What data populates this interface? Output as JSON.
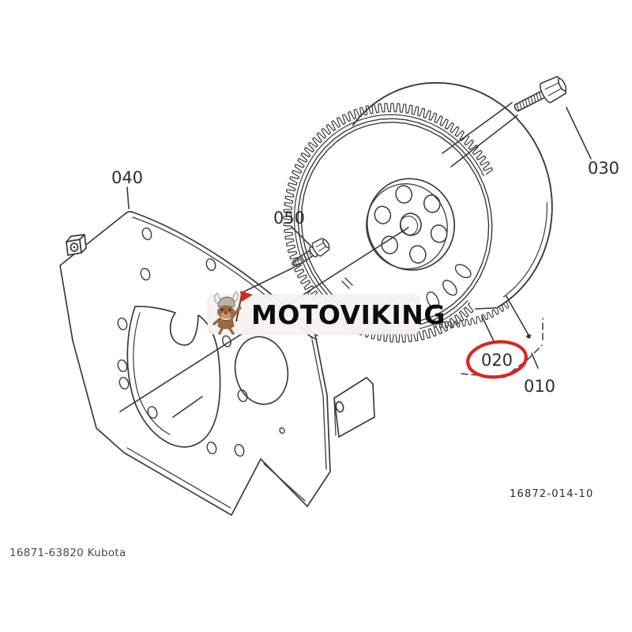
{
  "watermark": {
    "brand": "MOTOVIKING",
    "mascot": "viking-dog-with-red-flag"
  },
  "drawing": {
    "number": "16872-014-10"
  },
  "footer": {
    "part_caption": "16871-63820 Kubota"
  },
  "parts": {
    "p010": {
      "label": "010",
      "circled": false
    },
    "p020": {
      "label": "020",
      "circled": true
    },
    "p030": {
      "label": "030",
      "circled": false
    },
    "p040": {
      "label": "040",
      "circled": false
    },
    "p050": {
      "label": "050",
      "circled": false
    }
  },
  "colors": {
    "line": "#3b3b3b",
    "ink": "#2e2e2e",
    "highlight": "#d7281d",
    "paper": "#ffffff",
    "watermark_bg": "#f5f4f2",
    "watermark_text": "#0c0c0c"
  }
}
